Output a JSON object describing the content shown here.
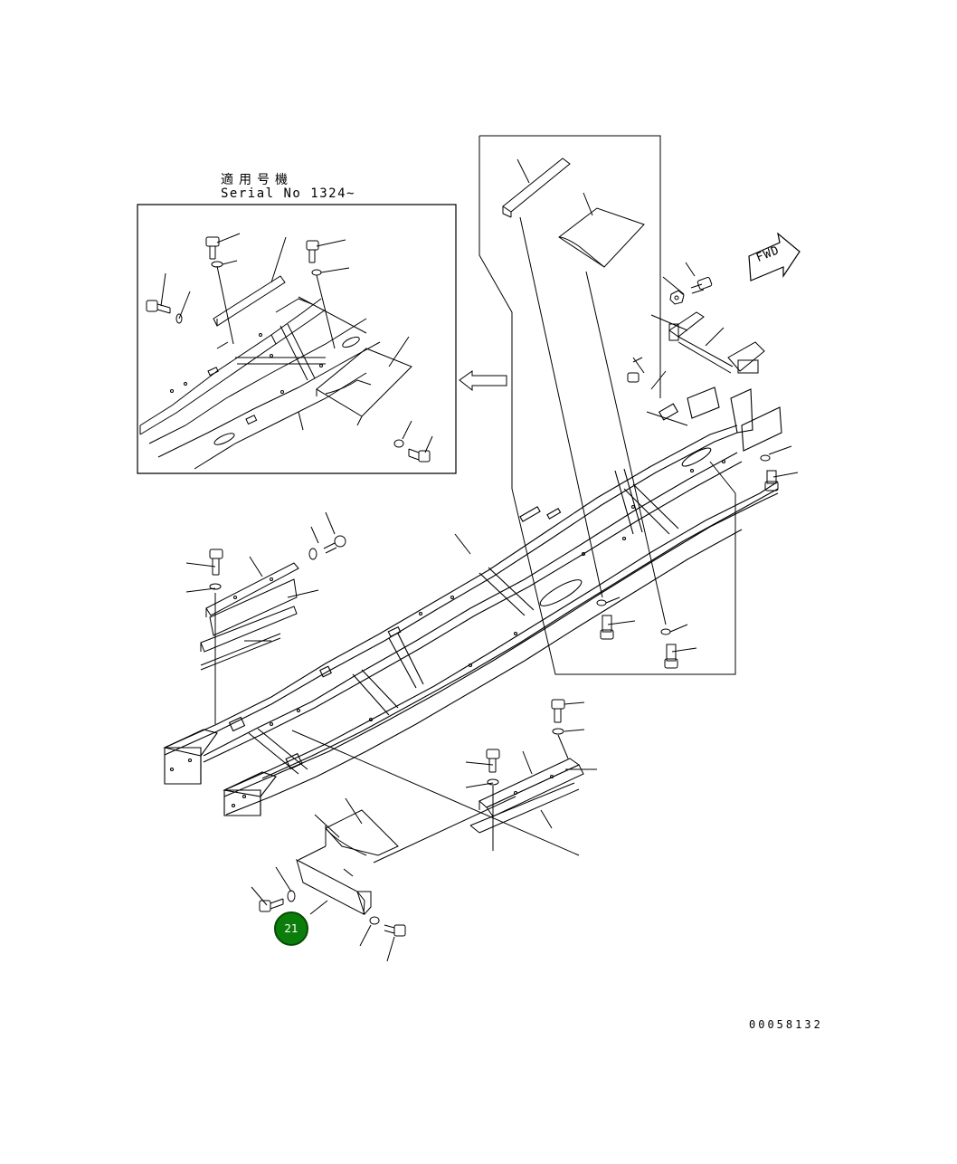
{
  "header": {
    "applicable_model_jp": "適用号機",
    "serial_label": "Serial No 1324~"
  },
  "direction_sign": {
    "text": "FWD"
  },
  "callout": {
    "label": "21",
    "color": "#0b7d0b"
  },
  "footer": {
    "drawing_number": "00058132"
  }
}
